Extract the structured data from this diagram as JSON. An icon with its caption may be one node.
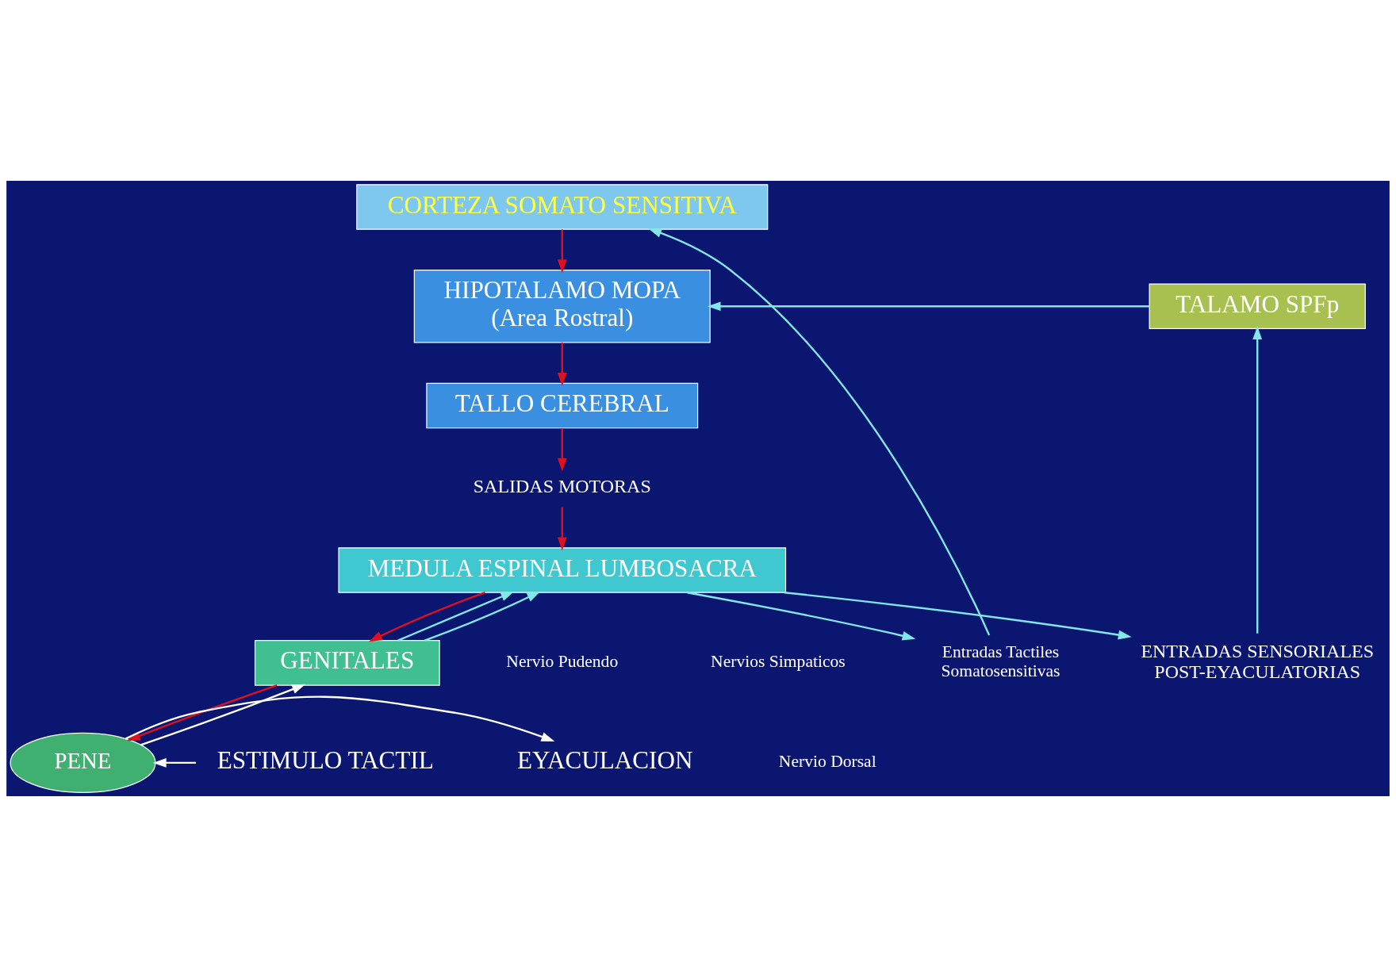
{
  "diagram": {
    "nodes": [
      {
        "text": [
          "CORTEZA SOMATO SENSITIVA"
        ]
      },
      {
        "text": [
          "HIPOTALAMO MOPA (Area Rostral)"
        ]
      },
      {
        "text": [
          "TALAMO SPFp"
        ]
      },
      {
        "text": [
          "TALLO CEREBRAL"
        ]
      },
      {
        "text": [
          "SALIDAS MOTORAS"
        ]
      },
      {
        "text": [
          "ENTRADAS SENSORIALES POST-EYACULATORIAS"
        ]
      },
      {
        "text": [
          "Entradas Tactiles Somatosensitivas"
        ]
      },
      {
        "text": [
          "MEDULA ESPINAL LUMBOSACRA"
        ]
      },
      {
        "text": [
          "GENITALES"
        ]
      },
      {
        "text": [
          "ESTIMULO TACTIL"
        ]
      },
      {
        "text": [
          "PENE"
        ]
      },
      {
        "text": [
          "EYACULACION"
        ]
      }
    ],
    "edges": [
      {
        "from": 0,
        "to": 1,
        "arrow": "to",
        "color": "#e0101e"
      },
      {
        "from": 1,
        "to": 3,
        "arrow": "to",
        "color": "#e0101e"
      },
      {
        "from": 3,
        "to": 4,
        "arrow": "to",
        "color": "#e0101e"
      },
      {
        "from": 4,
        "to": 7,
        "arrow": "to",
        "color": "#e0101e"
      },
      {
        "from": 7,
        "to": 5,
        "arrow": "to"
      },
      {
        "from": 5,
        "to": 2,
        "arrow": "to"
      },
      {
        "from": 2,
        "to": 1,
        "arrow": "to"
      },
      {
        "from": 7,
        "to": 6,
        "arrow": "to"
      },
      {
        "from": 6,
        "to": 0,
        "arrow": "to"
      },
      {
        "from": 8,
        "to": 7,
        "arrow": "to"
      },
      {
        "from": 8,
        "to": 7,
        "arrow": "to"
      },
      {
        "from": 7,
        "to": 8,
        "arrow": "to",
        "color": "#e0101e"
      },
      {
        "from": 10,
        "to": 8,
        "arrow": "to",
        "color": "#ffffff"
      },
      {
        "from": 8,
        "to": 10,
        "arrow": "to",
        "color": "#e0101e"
      },
      {
        "from": 9,
        "to": 10,
        "arrow": "to",
        "color": "#ffffff"
      },
      {
        "from": 10,
        "to": 11,
        "arrow": "to",
        "color": "#ffffff"
      }
    ],
    "labels": [
      "Nervio Pudendo",
      "Nervios Simpaticos",
      "Nervio Dorsal"
    ]
  }
}
